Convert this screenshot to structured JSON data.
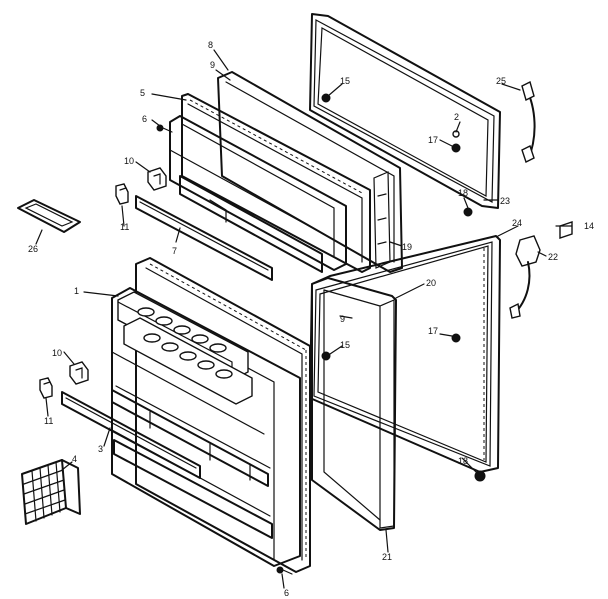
{
  "diagram": {
    "callouts": {
      "c1": "1",
      "c2": "2",
      "c3": "3",
      "c4": "4",
      "c5": "5",
      "c6_top": "6",
      "c6_bottom": "6",
      "c7": "7",
      "c8": "8",
      "c9_top": "9",
      "c9_mid": "9",
      "c10_top": "10",
      "c10_bottom": "10",
      "c11_top": "11",
      "c11_bottom": "11",
      "c14": "14",
      "c15_top": "15",
      "c15_bottom": "15",
      "c17_top": "17",
      "c17_bottom": "17",
      "c18_top": "18",
      "c18_bottom": "18",
      "c19": "19",
      "c20": "20",
      "c21": "21",
      "c22": "22",
      "c23": "23",
      "c24": "24",
      "c25": "25",
      "c26": "26"
    }
  }
}
